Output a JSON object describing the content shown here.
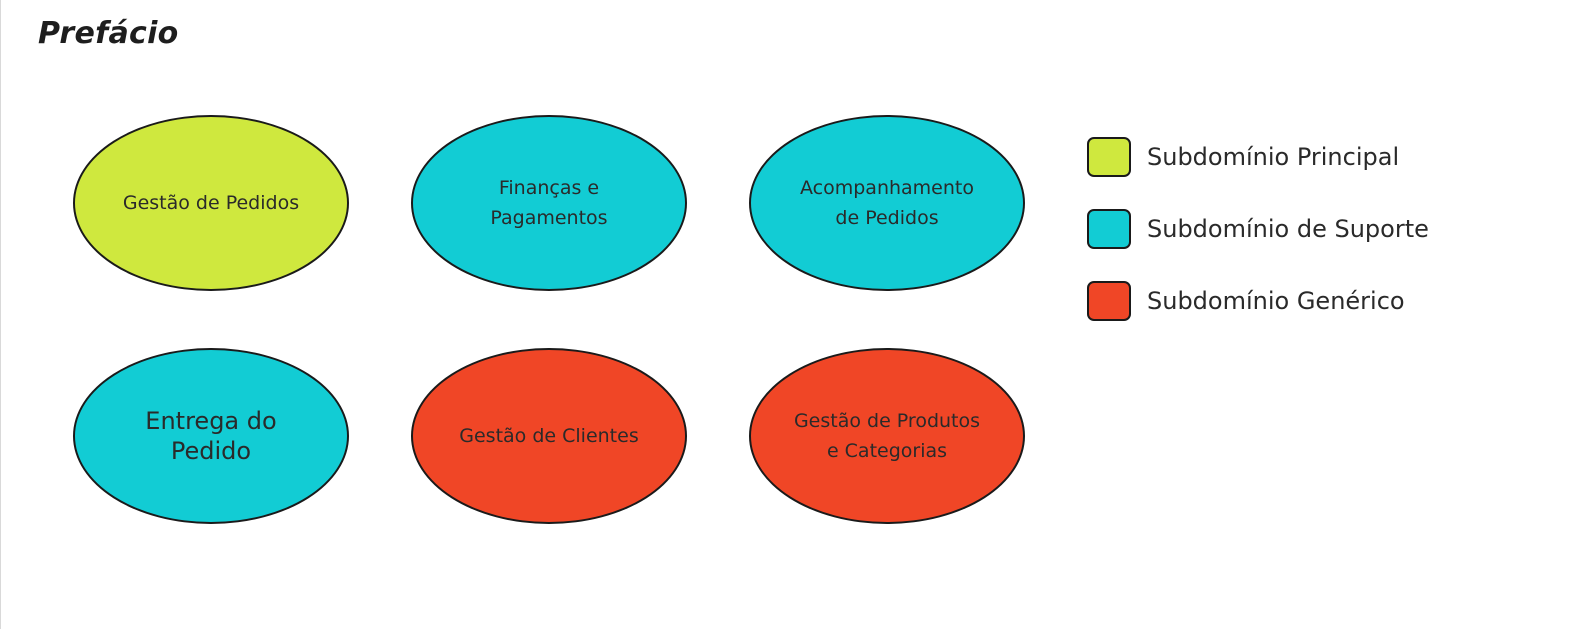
{
  "title": "Prefácio",
  "colors": {
    "principal": "#cfe83e",
    "suporte": "#12ccd4",
    "generico": "#f04626"
  },
  "subdomains": [
    {
      "label": "Gestão de Pedidos",
      "category": "principal"
    },
    {
      "label": "Finanças e\nPagamentos",
      "category": "suporte"
    },
    {
      "label": "Acompanhamento\nde Pedidos",
      "category": "suporte"
    },
    {
      "label": "Entrega do Pedido",
      "category": "suporte"
    },
    {
      "label": "Gestão de Clientes",
      "category": "generico"
    },
    {
      "label": "Gestão de Produtos\ne Categorias",
      "category": "generico"
    }
  ],
  "legend": [
    {
      "label": "Subdomínio Principal",
      "category": "principal"
    },
    {
      "label": "Subdomínio de Suporte",
      "category": "suporte"
    },
    {
      "label": "Subdomínio Genérico",
      "category": "generico"
    }
  ]
}
